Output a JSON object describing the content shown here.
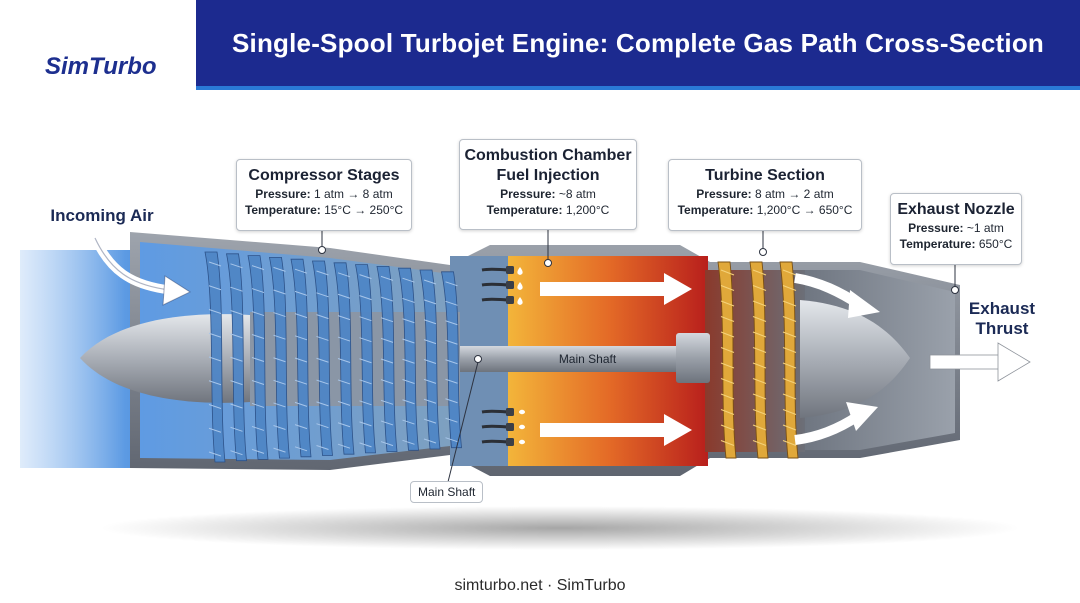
{
  "header": {
    "title": "Single-Spool Turbojet Engine: Complete Gas Path Cross-Section",
    "logo_text": "SimTurbo"
  },
  "labels": {
    "incoming_air": "Incoming Air",
    "exhaust_line1": "Exhaust",
    "exhaust_line2": "Thrust",
    "main_shaft_inline": "Main Shaft",
    "main_shaft_callout": "Main Shaft"
  },
  "callouts": {
    "compressor": {
      "title": "Compressor Stages",
      "pressure_label": "Pressure:",
      "pressure_value": "1 atm → 8 atm",
      "temperature_label": "Temperature:",
      "temperature_value": "15°C → 250°C"
    },
    "combustion": {
      "title_line1": "Combustion Chamber",
      "title_line2": "Fuel Injection",
      "pressure_label": "Pressure:",
      "pressure_value": "~8 atm",
      "temperature_label": "Temperature:",
      "temperature_value": "1,200°C"
    },
    "turbine": {
      "title": "Turbine Section",
      "pressure_label": "Pressure:",
      "pressure_value": "8 atm → 2 atm",
      "temperature_label": "Temperature:",
      "temperature_value": "1,200°C → 650°C"
    },
    "nozzle": {
      "title": "Exhaust Nozzle",
      "pressure_label": "Pressure:",
      "pressure_value": "~1 atm",
      "temperature_label": "Temperature:",
      "temperature_value": "650°C"
    }
  },
  "footer": {
    "text": "simturbo.net · SimTurbo"
  },
  "colors": {
    "title_bar": "#1c2a8f",
    "title_underline": "#2a79d6",
    "compressor_blade": "#4f86c6",
    "turbine_blade": "#e0a83a",
    "combustion_hot": "#c92a20",
    "combustion_warm": "#f0a030"
  }
}
